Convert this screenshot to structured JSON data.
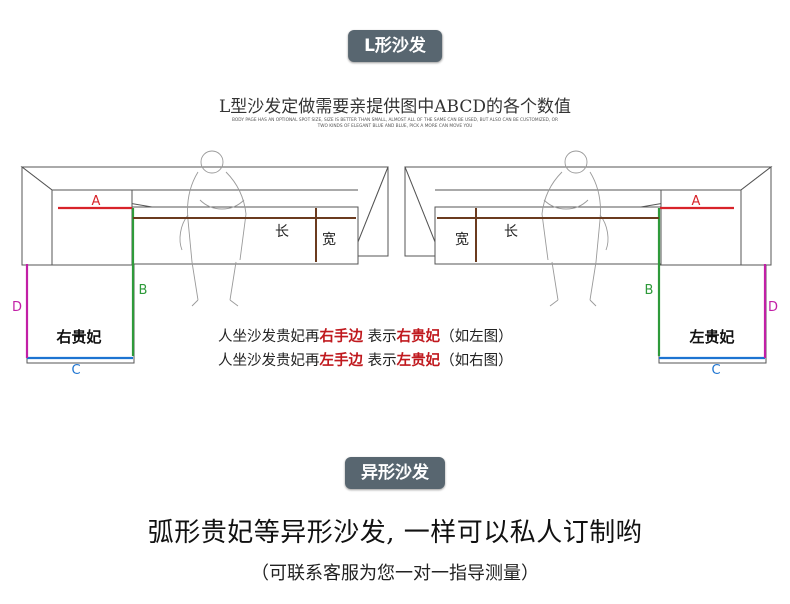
{
  "header": {
    "l_sofa_badge": "L形沙发",
    "subtitle": "L型沙发定做需要亲提供图中ABCD的各个数值",
    "fine_print_1": "BODY PAGE HAS AN OPTIONAL SPOT SIZE, SIZE IS BETTER THAN SMALL, ALMOST ALL OF THE SAME CAN BE USED, BUT ALSO CAN BE CUSTOMIZED, OR",
    "fine_print_2": "TWO KINDS OF ELEGANT BLUE AND BLUE, PICK A MORE CAN MOVE YOU"
  },
  "diagram": {
    "label_a": "A",
    "label_b": "B",
    "label_c": "C",
    "label_d": "D",
    "length": "长",
    "width": "宽",
    "right_chaise": "右贵妃",
    "left_chaise": "左贵妃",
    "colors": {
      "A": "#d8232a",
      "B": "#2e9a3a",
      "C": "#1d74d1",
      "D": "#c21fa6",
      "lines": "#6b3b1f"
    }
  },
  "legend": {
    "line1_prefix": "人坐沙发贵妃再",
    "line1_hand": "右手边",
    "line1_mid": " 表示",
    "line1_chaise": "右贵妃",
    "line1_suffix": "（如左图）",
    "line2_prefix": "人坐沙发贵妃再",
    "line2_hand": "左手边",
    "line2_mid": " 表示",
    "line2_chaise": "左贵妃",
    "line2_suffix": "（如右图）"
  },
  "special": {
    "badge": "异形沙发",
    "headline": "弧形贵妃等异形沙发, 一样可以私人订制哟",
    "note": "（可联系客服为您一对一指导测量）"
  }
}
